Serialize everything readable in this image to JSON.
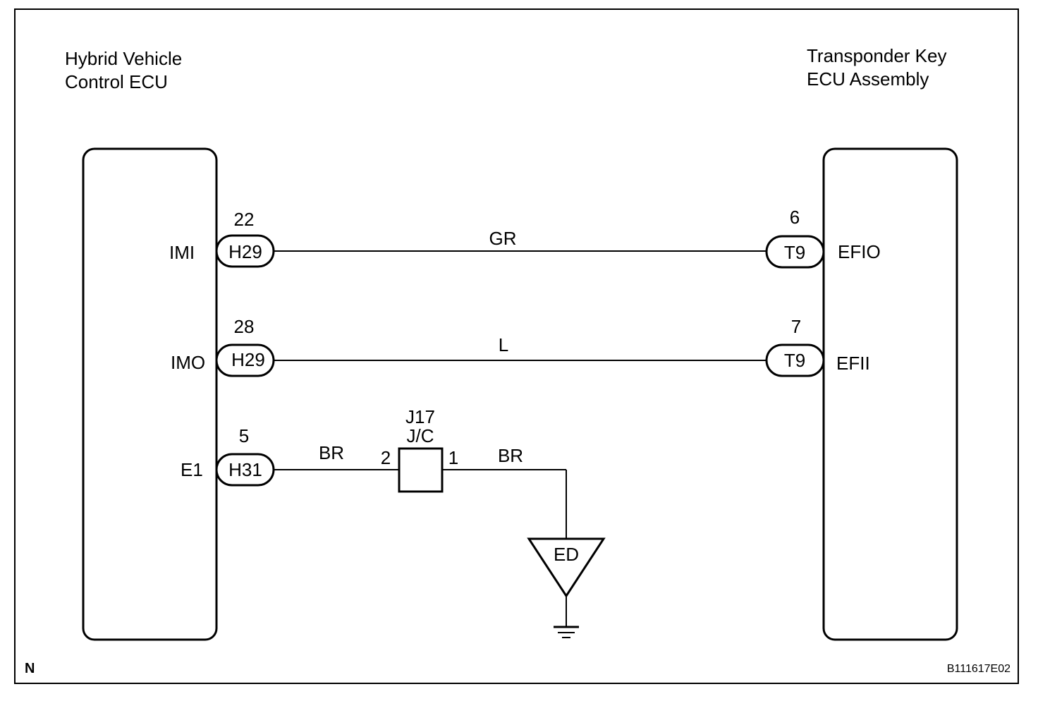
{
  "left_ecu": {
    "title_line1": "Hybrid Vehicle",
    "title_line2": "Control ECU",
    "pins": [
      {
        "terminal": "IMI",
        "pin": "22",
        "connector": "H29"
      },
      {
        "terminal": "IMO",
        "pin": "28",
        "connector": "H29"
      },
      {
        "terminal": "E1",
        "pin": "5",
        "connector": "H31"
      }
    ]
  },
  "right_ecu": {
    "title_line1": "Transponder Key",
    "title_line2": "ECU Assembly",
    "pins": [
      {
        "terminal": "EFIO",
        "pin": "6",
        "connector": "T9"
      },
      {
        "terminal": "EFII",
        "pin": "7",
        "connector": "T9"
      }
    ]
  },
  "wires": {
    "imi_color": "GR",
    "imo_color": "L",
    "e1_color_left": "BR",
    "e1_color_right": "BR"
  },
  "junction": {
    "id": "J17",
    "type": "J/C",
    "pin_in": "2",
    "pin_out": "1"
  },
  "ground": {
    "label": "ED"
  },
  "corner_mark": "N",
  "figure_code": "B111617E02"
}
